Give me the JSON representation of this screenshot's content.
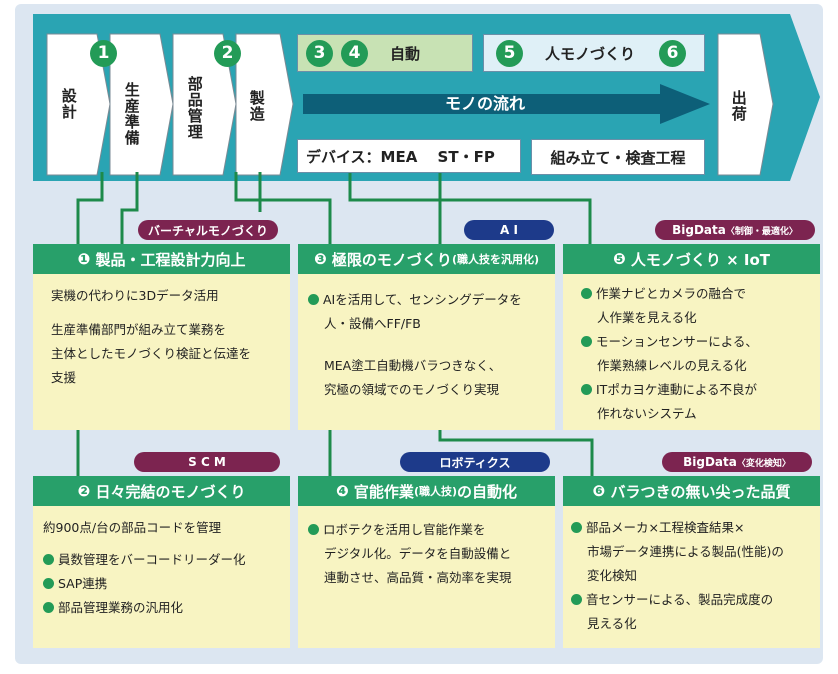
{
  "flow": {
    "stages": [
      "設計",
      "生産準備",
      "部品管理",
      "製造",
      "出荷"
    ],
    "numbers": [
      "1",
      "2",
      "3",
      "4",
      "5",
      "6"
    ],
    "auto_label": "自動",
    "human_label": "人モノづくり",
    "flow_label": "モノの流れ",
    "devices_label": "デバイス：MEA　 ST・FP",
    "assembly_label": "組み立て・検査工程"
  },
  "tags": {
    "virtual": "バーチャルモノづくり",
    "ai": "A I",
    "bigdata1_main": "BigData",
    "bigdata1_sub": "〈制御・最適化〉",
    "scm": "S C M",
    "robotics": "ロボティクス",
    "bigdata2_main": "BigData",
    "bigdata2_sub": "〈変化検知〉"
  },
  "panels": [
    {
      "num": "❶",
      "title": "製品・工程設計力向上",
      "lines": [
        "実機の代わりに3Dデータ活用",
        "",
        "生産準備部門が組み立て業務を",
        "主体としたモノづくり検証と伝達を",
        "支援"
      ]
    },
    {
      "num": "❸",
      "title": "極限のモノづくり",
      "title_small": "(職人技を汎用化)",
      "lines": [
        "AIを活用して、センシングデータを",
        "人・設備へFF/FB",
        "",
        "MEA塗工自動機バラつきなく、",
        "究極の領域でのモノづくり実現"
      ]
    },
    {
      "num": "❺",
      "title": "人モノづくり × IoT",
      "lines": [
        "作業ナビとカメラの融合で",
        "人作業を見える化",
        "モーションセンサーによる、",
        "作業熟練レベルの見える化",
        "ITポカヨケ連動による不良が",
        "作れないシステム"
      ]
    },
    {
      "num": "❷",
      "title": "日々完結のモノづくり",
      "lines": [
        "約900点/台の部品コードを管理",
        "員数管理をバーコードリーダー化",
        "SAP連携",
        "部品管理業務の汎用化"
      ]
    },
    {
      "num": "❹",
      "title": "官能作業",
      "title_small": "(職人技)",
      "title_tail": "の自動化",
      "lines": [
        "ロボテクを活用し官能作業を",
        "デジタル化。データを自動設備と",
        "連動させ、高品質・高効率を実現"
      ]
    },
    {
      "num": "❻",
      "title": "バラつきの無い尖った品質",
      "lines": [
        "部品メーカ×工程検査結果×",
        "市場データ連携による製品(性能)の",
        "変化検知",
        "音センサーによる、製品完成度の",
        "見える化"
      ]
    }
  ],
  "colors": {
    "banner": "#2aa4b3",
    "flow_arrow": "#0d5f78",
    "green": "#239b57",
    "panel_bg": "#f8f4c2",
    "panel_head": "#28a06a",
    "tag_maroon": "#7c2450",
    "tag_navy": "#1d3a8a",
    "connector": "#1d8a4a"
  }
}
